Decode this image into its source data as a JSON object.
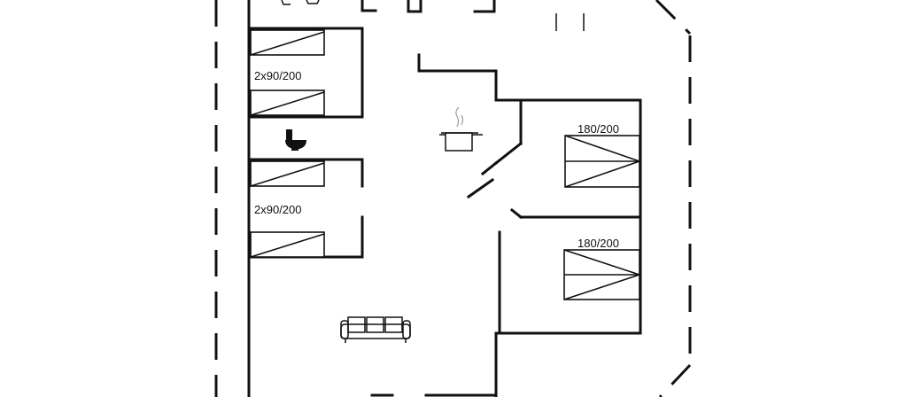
{
  "bed_labels": {
    "bed_90_top": "2x90/200",
    "bed_90_bottom": "2x90/200",
    "bed_180_upper": "180/200",
    "bed_180_lower": "180/200"
  },
  "icons": [
    "toilet-icon",
    "cooking-pot-icon",
    "sofa-icon"
  ],
  "colors": {
    "line": "#111111",
    "background": "#ffffff"
  }
}
